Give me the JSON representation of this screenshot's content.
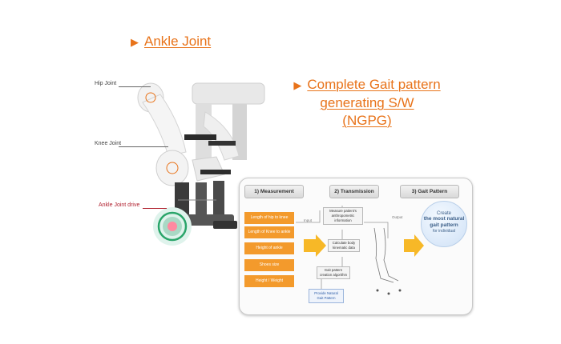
{
  "ankle_heading": "Ankle Joint",
  "ngpg_heading": {
    "line1": "Complete Gait pattern",
    "line2": "generating S/W",
    "line3": "(NGPG)"
  },
  "robot_callouts": {
    "hip": "Hip Joint",
    "knee": "Knee Joint",
    "ankle": "Ankle Joint drive"
  },
  "colors": {
    "accent": "#e8731a",
    "measure_box": "#f39a2c",
    "ankle_glow": "#2aa56a"
  },
  "panel": {
    "stages": [
      "1) Measurement",
      "2) Transmission",
      "3) Gait Pattern"
    ],
    "measurements": [
      "Length of hip to knee",
      "Length of Knee to ankle",
      "Height of ankle",
      "Shoes size",
      "Height / Weight"
    ],
    "input_label": "Input",
    "output_label": "Output",
    "steps": [
      "Measure patient's anthropometric information",
      "Calculate body kinematic data",
      "Gait pattern creation algorithm"
    ],
    "provide": "Provide Natural Gait Pattern",
    "result": {
      "line1": "Create",
      "line2": "the most natural gait pattern",
      "line3": "for individual"
    }
  }
}
